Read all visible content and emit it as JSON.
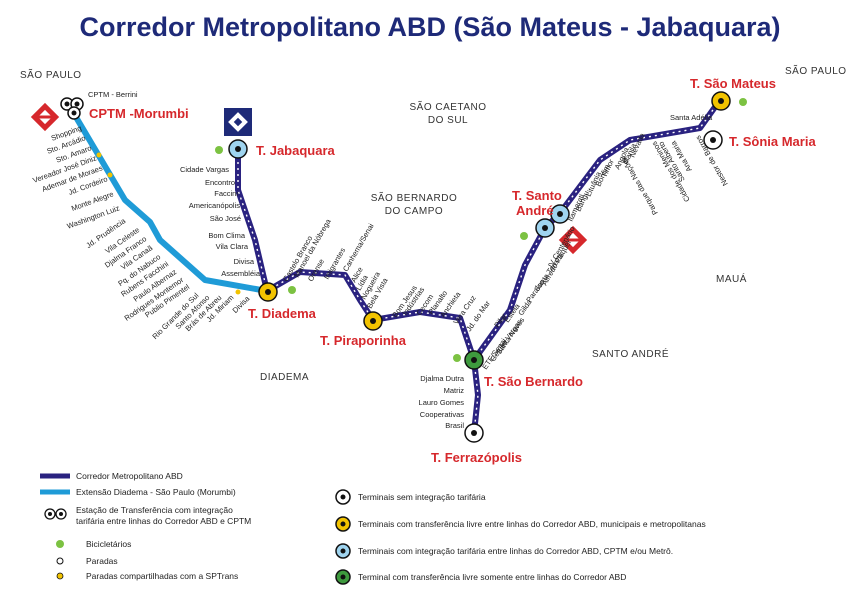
{
  "title": "Corredor Metropolitano ABD (São Mateus - Jabaquara)",
  "cities": {
    "sao_paulo_left": "SÃO PAULO",
    "sao_paulo_right": "SÃO PAULO",
    "sao_caetano_1": "SÃO CAETANO",
    "sao_caetano_2": "DO SUL",
    "sao_bernardo_1": "SÃO BERNARDO",
    "sao_bernardo_2": "DO CAMPO",
    "maua": "MAUÁ",
    "santo_andre": "SANTO ANDRÉ",
    "diadema": "DIADEMA"
  },
  "terminals": {
    "cptm_morumbi": "CPTM -Morumbi",
    "jabaquara": "T. Jabaquara",
    "diadema": "T. Diadema",
    "piraporinha": "T. Piraporinha",
    "sao_bernardo": "T. São Bernardo",
    "ferrazopolis": "T. Ferrazópolis",
    "santo_andre_1": "T. Santo",
    "santo_andre_2": "André",
    "sao_mateus": "T. São Mateus",
    "sonia_maria": "T. Sônia Maria"
  },
  "stops": {
    "cptm_berrini": "CPTM - Berrini",
    "morumbi_branch": [
      "Shopping",
      "Sto. Arcádio",
      "Sto. Amaro",
      "Vereador José Diniz",
      "Ademar de Moraes",
      "Jd. Cordeiro",
      "Monte Alegre",
      "Washington Luiz",
      "Jd. Prudência",
      "Vila Celeste",
      "Djalma Franco",
      "Vila Canaã",
      "Pq. do Nabuco",
      "Rubens Facchini",
      "Paulo Albernaz",
      "Rodrigues Montemor",
      "Publio Pimentel",
      "Rio Grande do Sul",
      "Santo Afonso",
      "Brás de Abreu",
      "Jd. Miriam",
      "Divisa"
    ],
    "jabaquara_branch": [
      "Cidade Vargas",
      "Encontro",
      "Faccini",
      "Americanópolis",
      "São José",
      "Bom Clima",
      "Vila Clara",
      "Divisa",
      "Assembléia"
    ],
    "diadema_piraporinha": [
      "Castelo Branco",
      "Manoel da Nóbrega",
      "Orense",
      "Imigrantes",
      "Canhema/Senai",
      "Alice",
      "Lídia",
      "Nogueira",
      "Bela Vista"
    ],
    "piraporinha_sao_bernardo": [
      "Bom Jesus",
      "Indústrias",
      "Cecom",
      "Planalto",
      "Anchieta",
      "Vera Cruz",
      "Jd. do Mar"
    ],
    "sao_bernardo_ferrazopolis": [
      "Djalma Dutra",
      "Matriz",
      "Lauro Gomes",
      "Cooperativas",
      "Brasil"
    ],
    "sao_bernardo_santo_andre": [
      "ETE/Senai",
      "Getúlio Vargas",
      "Santa Neves",
      "Pilar",
      "Estela",
      "Gilda",
      "Paraíso",
      "Santa Tereza",
      "Alfredo Flaquer",
      "IV Centenário"
    ],
    "santo_andre_sao_mateus": [
      "Itamarati",
      "Bangu",
      "Lituânia",
      "Bonfim",
      "Timor",
      "Parque das Nações",
      "Angola",
      "Manila",
      "Nevada",
      "Cidade dos Meninos",
      "Santo Alberto",
      "Ana Maria",
      "Nestor de Barros",
      "Santa Adélia"
    ]
  },
  "legend": {
    "corredor": "Corredor Metropolitano ABD",
    "extensao": "Extensão Diadema - São Paulo (Morumbi)",
    "transfer_1": "Estação de Transferência com integração",
    "transfer_2": "tarifária entre linhas do Corredor ABD e CPTM",
    "bike": "Bicicletários",
    "paradas": "Paradas",
    "paradas_sptrans": "Paradas compartilhadas com a SPTrans",
    "term_black": "Terminais sem integração tarifária",
    "term_yellow": "Terminais com transferência livre entre linhas do Corredor ABD, municipais e metropolitanas",
    "term_blue": "Terminais com integração tarifária entre linhas do Corredor ABD, CPTM e/ou Metrô.",
    "term_green": "Terminal com transferência livre somente entre linhas do Corredor ABD"
  },
  "colors": {
    "title": "#1e2a78",
    "corridor": "#2a2280",
    "extension": "#1f9bd7",
    "terminal_label": "#d6282c",
    "yellow": "#f2c300",
    "light_blue": "#9fd4ef",
    "green": "#3e9a3e",
    "bike": "#7cc242"
  },
  "icons": [
    "cptm-logo-icon",
    "metro-logo-icon",
    "bicycle-parking-icon"
  ]
}
